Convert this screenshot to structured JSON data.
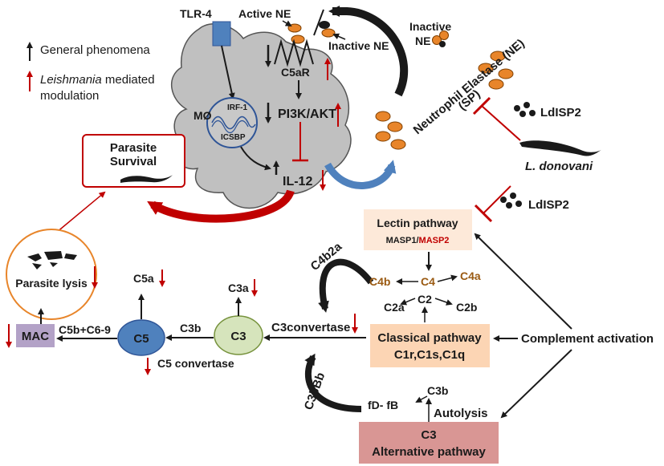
{
  "legend": {
    "general_label": "General phenomena",
    "leish_italic": "Leishmania",
    "leish_rest": " mediated",
    "modulation": "modulation"
  },
  "macrophage": {
    "tlr4": "TLR-4",
    "active_ne": "Active NE",
    "inactive_ne": "Inactive NE",
    "c5ar": "C5aR",
    "pi3k": "PI3K/AKT",
    "mo": "MØ",
    "irf1": "IRF-1",
    "icsbp": "ICSBP",
    "il12": "IL-12"
  },
  "ne": {
    "inactive_line1": "Inactive",
    "inactive_line2": "NE",
    "elastase_label": "Neutrophil Elastase (NE)",
    "sp_label": "(SP)"
  },
  "parasite": {
    "inhibitor_top": "LdISP2",
    "inhibitor_bottom": "LdISP2",
    "species": "L. donovani",
    "survival_line1": "Parasite",
    "survival_line2": "Survival",
    "lysis": "Parasite lysis"
  },
  "complement": {
    "lectin": "Lectin pathway",
    "masp1": "MASP1/",
    "masp2": "MASP2",
    "c4b2a": "C4b2a",
    "c4b": "C4b",
    "c4": "C4",
    "c4a": "C4a",
    "c2a": "C2a",
    "c2": "C2",
    "c2b": "C2b",
    "classical_line1": "Classical pathway",
    "classical_line2": "C1r,C1s,C1q",
    "activation": "Complement activation",
    "c3convertase": "C3convertase",
    "c3": "C3",
    "c3a": "C3a",
    "c3b": "C3b",
    "c5": "C5",
    "c5a": "C5a",
    "c5_convertase": "C5 convertase",
    "c5b_c6_9": "C5b+C6-9",
    "mac": "MAC",
    "c3bbb": "C3bBb",
    "fd_fb": "fD- fB",
    "c3b_alt": "C3b",
    "autolysis": "Autolysis",
    "alt_line1": "C3",
    "alt_line2": "Alternative pathway"
  },
  "colors": {
    "modulation_red": "#c00000",
    "neutrophil_orange": "#e8852a",
    "cell_gray": "#c0c0c0",
    "curve_blue": "#4f81bd",
    "c5_blue": "#4f81bd",
    "c3_green": "#d6e4bc",
    "mac_purple": "#b3a2c7",
    "pathway_peach": "#fcd5b4",
    "alt_pink": "#d99694"
  }
}
